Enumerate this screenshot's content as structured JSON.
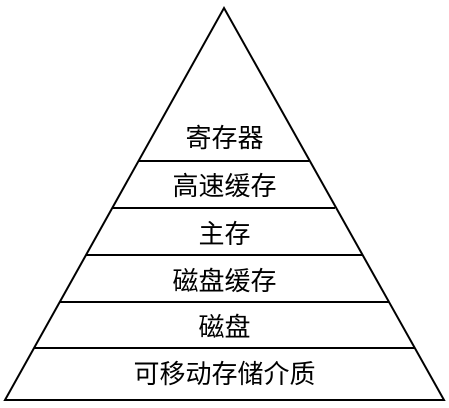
{
  "diagram": {
    "tiers": [
      "寄存器",
      "高速缓存",
      "主存",
      "磁盘缓存",
      "磁盘",
      "可移动存储介质"
    ]
  }
}
